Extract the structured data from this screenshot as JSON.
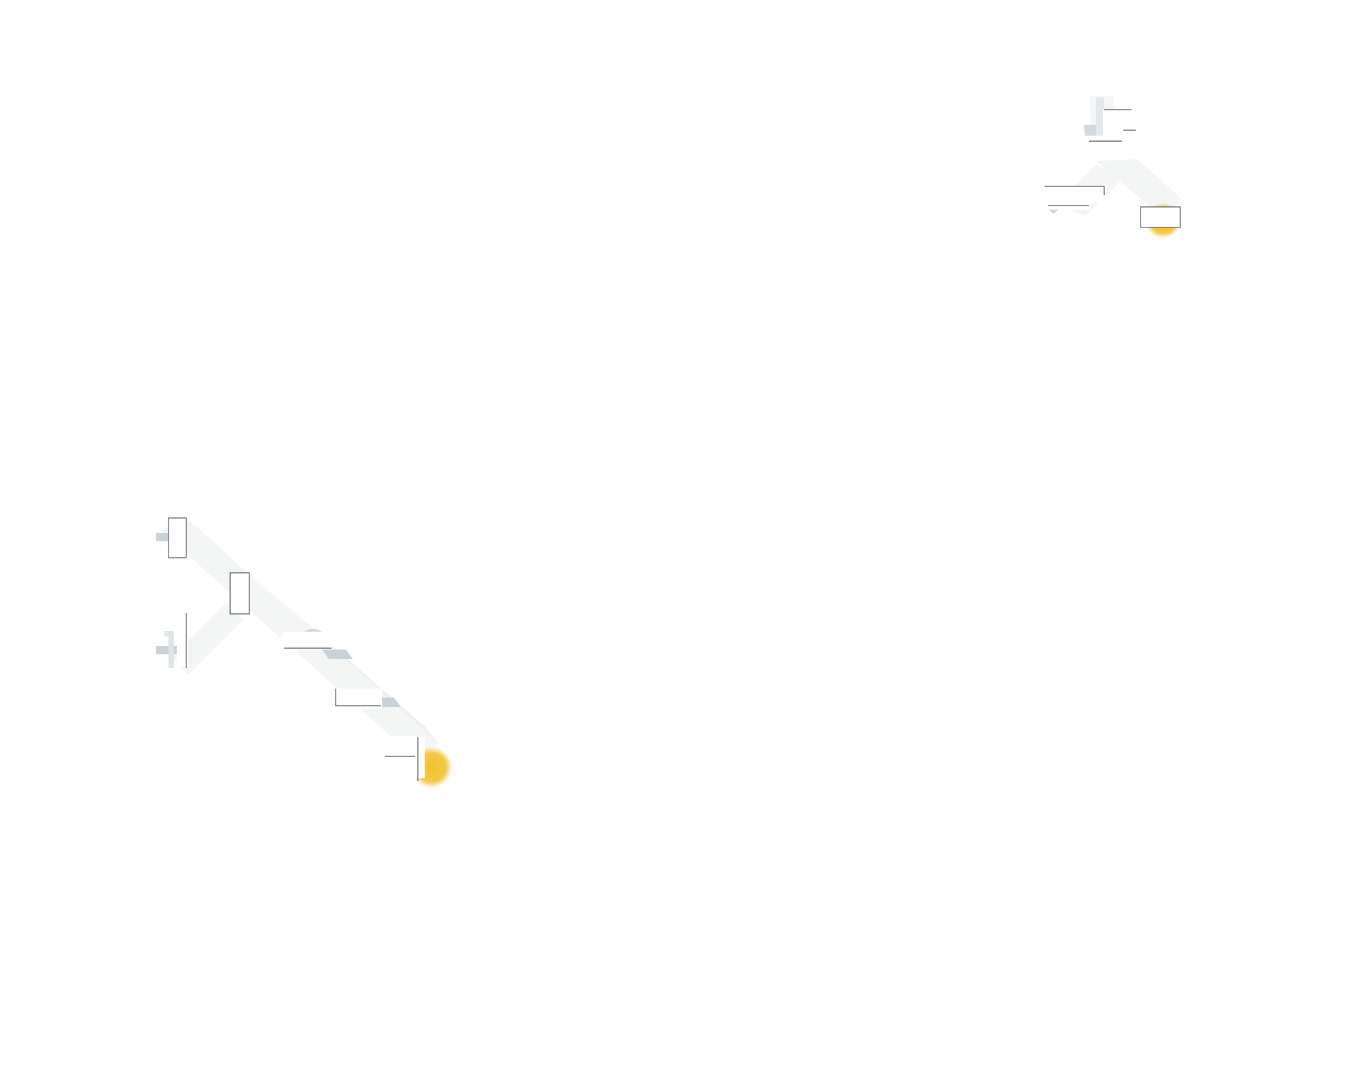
{
  "colors": {
    "background": "#ffffff",
    "band": "#f4f6f6",
    "band_edge": "#eef1f2",
    "shadow_grey": "#c9d2d6",
    "outline": "#4a4f52",
    "accent_yellow": "#f2c230",
    "panel": "#ffffff"
  },
  "clusters": [
    {
      "id": "top-right-cluster",
      "bands": [
        {
          "id": "band-up-left"
        },
        {
          "id": "band-down-right"
        },
        {
          "id": "band-stem"
        }
      ],
      "panels": [
        {
          "id": "panel-1"
        },
        {
          "id": "panel-2"
        },
        {
          "id": "panel-3"
        },
        {
          "id": "panel-4"
        },
        {
          "id": "panel-5"
        }
      ],
      "accents": [
        {
          "id": "accent-1",
          "color": "accent_yellow"
        }
      ]
    },
    {
      "id": "bottom-left-cluster",
      "bands": [
        {
          "id": "band-main"
        },
        {
          "id": "band-branch"
        }
      ],
      "panels": [
        {
          "id": "panel-1"
        },
        {
          "id": "panel-2"
        },
        {
          "id": "panel-3"
        },
        {
          "id": "panel-4"
        },
        {
          "id": "panel-5"
        },
        {
          "id": "panel-6"
        }
      ],
      "accents": [
        {
          "id": "accent-1",
          "color": "accent_yellow"
        }
      ]
    }
  ]
}
